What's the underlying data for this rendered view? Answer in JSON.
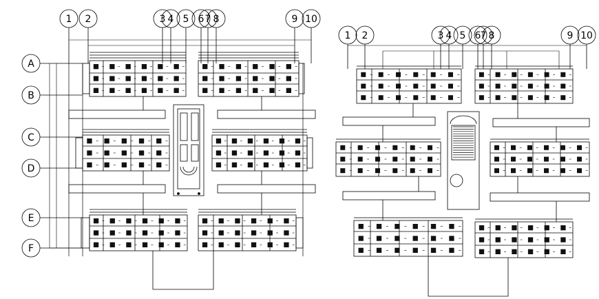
{
  "colors": {
    "background": "#ffffff",
    "line": "#000000",
    "fill_dark": "#111111"
  },
  "plans": [
    {
      "name": "left-plan",
      "column_grid_labels": [
        "1",
        "2",
        "3",
        "4",
        "5",
        "6",
        "7",
        "8",
        "9",
        "10"
      ],
      "row_grid_labels": [
        "A",
        "B",
        "C",
        "D",
        "E",
        "F"
      ]
    },
    {
      "name": "right-plan",
      "column_grid_labels": [
        "1",
        "2",
        "3",
        "4",
        "5",
        "6",
        "7",
        "8",
        "9",
        "10"
      ]
    }
  ]
}
